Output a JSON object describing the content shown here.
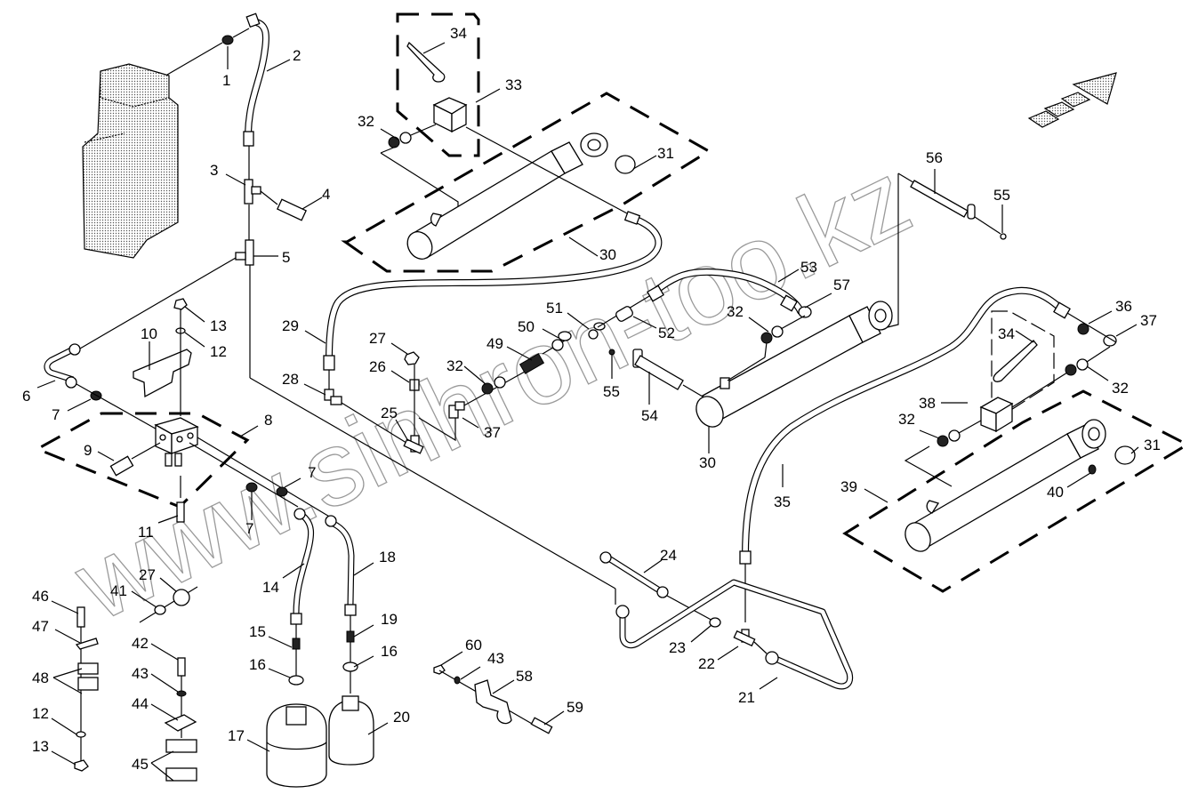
{
  "diagram": {
    "title": "Hydraulic piping exploded parts view",
    "watermark": "www.sinhron-too.kz",
    "direction_indicator": "forward-direction-arrow-icon",
    "callouts": [
      {
        "id": "c1",
        "label": "1",
        "part": "fitting"
      },
      {
        "id": "c2",
        "label": "2",
        "part": "hose"
      },
      {
        "id": "c3",
        "label": "3",
        "part": "tee fitting"
      },
      {
        "id": "c4",
        "label": "4",
        "part": "quick coupling"
      },
      {
        "id": "c5",
        "label": "5",
        "part": "tee fitting"
      },
      {
        "id": "c6",
        "label": "6",
        "part": "pipe"
      },
      {
        "id": "c7a",
        "label": "7",
        "part": "fitting"
      },
      {
        "id": "c7b",
        "label": "7",
        "part": "fitting"
      },
      {
        "id": "c7c",
        "label": "7",
        "part": "fitting"
      },
      {
        "id": "c8",
        "label": "8",
        "part": "valve block assembly"
      },
      {
        "id": "c9",
        "label": "9",
        "part": "plug"
      },
      {
        "id": "c10",
        "label": "10",
        "part": "bracket"
      },
      {
        "id": "c11",
        "label": "11",
        "part": "screw"
      },
      {
        "id": "c12a",
        "label": "12",
        "part": "washer"
      },
      {
        "id": "c12b",
        "label": "12",
        "part": "washer"
      },
      {
        "id": "c13a",
        "label": "13",
        "part": "nut"
      },
      {
        "id": "c13b",
        "label": "13",
        "part": "nut"
      },
      {
        "id": "c14",
        "label": "14",
        "part": "pipe"
      },
      {
        "id": "c15",
        "label": "15",
        "part": "fitting"
      },
      {
        "id": "c16a",
        "label": "16",
        "part": "nut"
      },
      {
        "id": "c16b",
        "label": "16",
        "part": "nut"
      },
      {
        "id": "c17",
        "label": "17",
        "part": "accumulator"
      },
      {
        "id": "c18",
        "label": "18",
        "part": "pipe"
      },
      {
        "id": "c19",
        "label": "19",
        "part": "fitting"
      },
      {
        "id": "c20",
        "label": "20",
        "part": "accumulator"
      },
      {
        "id": "c21",
        "label": "21",
        "part": "pipe"
      },
      {
        "id": "c22",
        "label": "22",
        "part": "tee fitting"
      },
      {
        "id": "c23",
        "label": "23",
        "part": "fitting"
      },
      {
        "id": "c24",
        "label": "24",
        "part": "pipe"
      },
      {
        "id": "c25",
        "label": "25",
        "part": "tee fitting"
      },
      {
        "id": "c26",
        "label": "26",
        "part": "sleeve"
      },
      {
        "id": "c27a",
        "label": "27",
        "part": "nut"
      },
      {
        "id": "c27b",
        "label": "27",
        "part": "nut"
      },
      {
        "id": "c28",
        "label": "28",
        "part": "elbow"
      },
      {
        "id": "c29",
        "label": "29",
        "part": "hose"
      },
      {
        "id": "c30a",
        "label": "30",
        "part": "cylinder"
      },
      {
        "id": "c30b",
        "label": "30",
        "part": "cylinder"
      },
      {
        "id": "c31a",
        "label": "31",
        "part": "cap"
      },
      {
        "id": "c31b",
        "label": "31",
        "part": "cap"
      },
      {
        "id": "c32a",
        "label": "32",
        "part": "fitting"
      },
      {
        "id": "c32b",
        "label": "32",
        "part": "fitting"
      },
      {
        "id": "c32c",
        "label": "32",
        "part": "fitting"
      },
      {
        "id": "c32d",
        "label": "32",
        "part": "fitting"
      },
      {
        "id": "c32e",
        "label": "32",
        "part": "fitting"
      },
      {
        "id": "c33",
        "label": "33",
        "part": "valve assembly"
      },
      {
        "id": "c34a",
        "label": "34",
        "part": "lever"
      },
      {
        "id": "c34b",
        "label": "34",
        "part": "lever"
      },
      {
        "id": "c35",
        "label": "35",
        "part": "hose"
      },
      {
        "id": "c36",
        "label": "36",
        "part": "fitting"
      },
      {
        "id": "c37a",
        "label": "37",
        "part": "elbow"
      },
      {
        "id": "c37b",
        "label": "37",
        "part": "elbow"
      },
      {
        "id": "c38",
        "label": "38",
        "part": "valve"
      },
      {
        "id": "c39",
        "label": "39",
        "part": "cylinder assembly"
      },
      {
        "id": "c40",
        "label": "40",
        "part": "grease nipple"
      },
      {
        "id": "c41",
        "label": "41",
        "part": "fitting"
      },
      {
        "id": "c42",
        "label": "42",
        "part": "screw"
      },
      {
        "id": "c43a",
        "label": "43",
        "part": "washer"
      },
      {
        "id": "c43b",
        "label": "43",
        "part": "washer"
      },
      {
        "id": "c44",
        "label": "44",
        "part": "plate"
      },
      {
        "id": "c45",
        "label": "45",
        "part": "clamp"
      },
      {
        "id": "c46",
        "label": "46",
        "part": "screw"
      },
      {
        "id": "c47",
        "label": "47",
        "part": "plate"
      },
      {
        "id": "c48",
        "label": "48",
        "part": "clamp"
      },
      {
        "id": "c49",
        "label": "49",
        "part": "valve"
      },
      {
        "id": "c50",
        "label": "50",
        "part": "clip"
      },
      {
        "id": "c51",
        "label": "51",
        "part": "clip"
      },
      {
        "id": "c52",
        "label": "52",
        "part": "fitting"
      },
      {
        "id": "c53",
        "label": "53",
        "part": "hose"
      },
      {
        "id": "c54",
        "label": "54",
        "part": "pin"
      },
      {
        "id": "c55a",
        "label": "55",
        "part": "grease nipple"
      },
      {
        "id": "c55b",
        "label": "55",
        "part": "grease nipple"
      },
      {
        "id": "c56",
        "label": "56",
        "part": "pin"
      },
      {
        "id": "c57",
        "label": "57",
        "part": "elbow"
      },
      {
        "id": "c58",
        "label": "58",
        "part": "bracket"
      },
      {
        "id": "c59",
        "label": "59",
        "part": "screw"
      },
      {
        "id": "c60",
        "label": "60",
        "part": "nut"
      }
    ]
  }
}
